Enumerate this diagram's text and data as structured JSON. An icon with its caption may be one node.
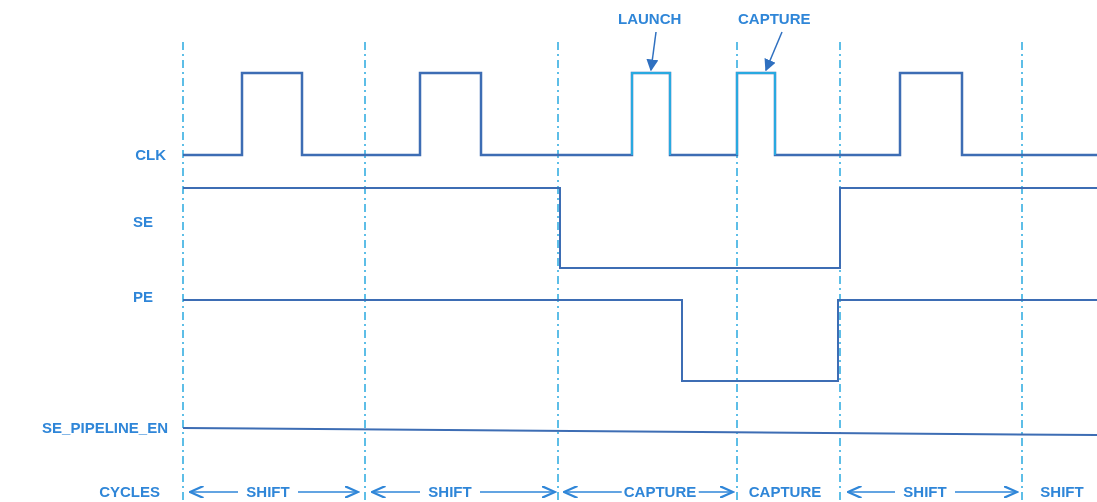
{
  "diagram": {
    "nodes": [
      {
        "text": [
          "LAUNCH"
        ]
      },
      {
        "text": [
          "CAPTURE"
        ]
      },
      {
        "text": [],
        "shape": "pulse"
      },
      {
        "text": [],
        "shape": "pulse"
      }
    ],
    "edges": [
      {
        "from": 0,
        "to": 2,
        "arrow": "to"
      },
      {
        "from": 1,
        "to": 3,
        "arrow": "to"
      }
    ],
    "labels": [
      "CLK",
      "SE",
      "PE",
      "SE_PIPELINE_EN",
      "CYCLES",
      "SHIFT",
      "SHIFT",
      "CAPTURE",
      "CAPTURE",
      "SHIFT",
      "SHIFT"
    ]
  }
}
